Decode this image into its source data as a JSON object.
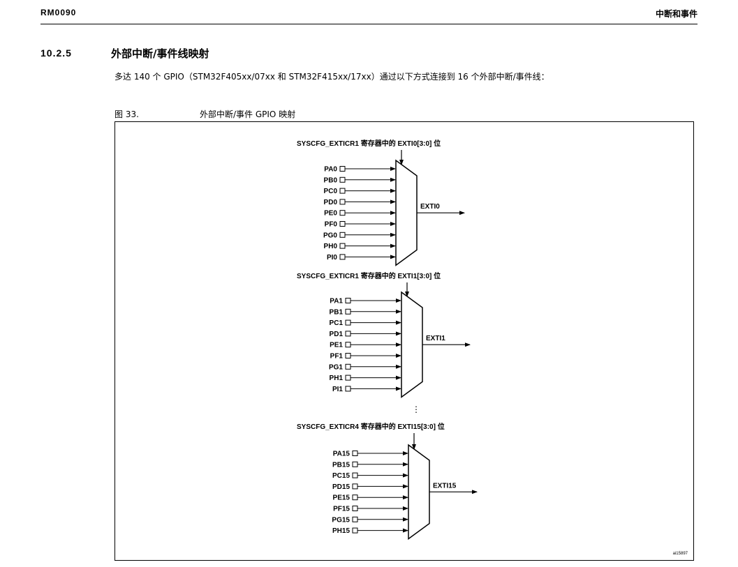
{
  "header": {
    "doc_id": "RM0090",
    "chapter": "中断和事件"
  },
  "section": {
    "number": "10.2.5",
    "title": "外部中断/事件线映射",
    "body": "多达 140 个 GPIO（STM32F405xx/07xx 和 STM32F415xx/17xx）通过以下方式连接到 16 个外部中断/事件线："
  },
  "figure": {
    "label": "图 33.",
    "title": "外部中断/事件 GPIO 映射",
    "id_tag": "ai15897",
    "ellipsis": "⋮",
    "groups": [
      {
        "select": "SYSCFG_EXTICR1 寄存器中的 EXTI0[3:0] 位",
        "output": "EXTI0",
        "inputs": [
          "PA0",
          "PB0",
          "PC0",
          "PD0",
          "PE0",
          "PF0",
          "PG0",
          "PH0",
          "PI0"
        ]
      },
      {
        "select": "SYSCFG_EXTICR1 寄存器中的 EXTI1[3:0] 位",
        "output": "EXTI1",
        "inputs": [
          "PA1",
          "PB1",
          "PC1",
          "PD1",
          "PE1",
          "PF1",
          "PG1",
          "PH1",
          "PI1"
        ]
      },
      {
        "select": "SYSCFG_EXTICR4 寄存器中的 EXTI15[3:0] 位",
        "output": "EXTI15",
        "inputs": [
          "PA15",
          "PB15",
          "PC15",
          "PD15",
          "PE15",
          "PF15",
          "PG15",
          "PH15"
        ]
      }
    ]
  }
}
